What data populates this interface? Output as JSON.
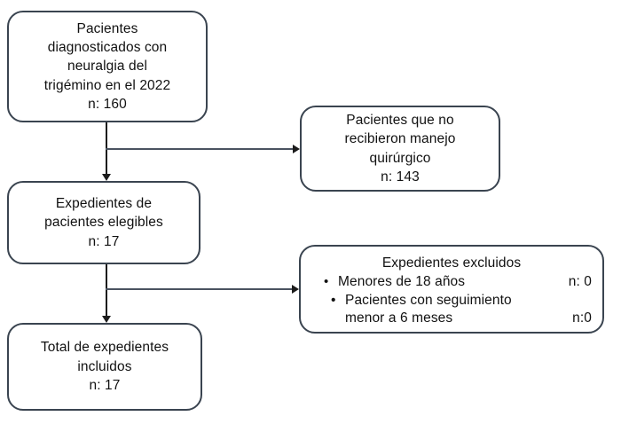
{
  "diagram": {
    "type": "flowchart",
    "language": "es",
    "nodes": {
      "diagnosed": {
        "lines": [
          "Pacientes",
          "diagnosticados con",
          "neuralgia del",
          "trigémino en el 2022",
          "n: 160"
        ]
      },
      "non_surgical": {
        "lines": [
          "Pacientes que no",
          "recibieron manejo",
          "quirúrgico",
          "n: 143"
        ]
      },
      "eligible": {
        "lines": [
          "Expedientes de",
          "pacientes elegibles",
          "n: 17"
        ]
      },
      "excluded": {
        "title": "Expedientes excluidos",
        "bullet_glyph": "•",
        "items": [
          {
            "text": "Menores de 18 años",
            "count": "n: 0",
            "wrap": ""
          },
          {
            "text": "Pacientes con seguimiento",
            "wrap": "menor a 6 meses",
            "count": "n:0"
          }
        ]
      },
      "included": {
        "lines": [
          "Total de expedientes",
          "incluidos",
          "n: 17"
        ]
      }
    },
    "colors": {
      "box_border": "#3a4450",
      "connector": "#1b1b1b",
      "background": "#ffffff",
      "text": "#111111"
    }
  }
}
